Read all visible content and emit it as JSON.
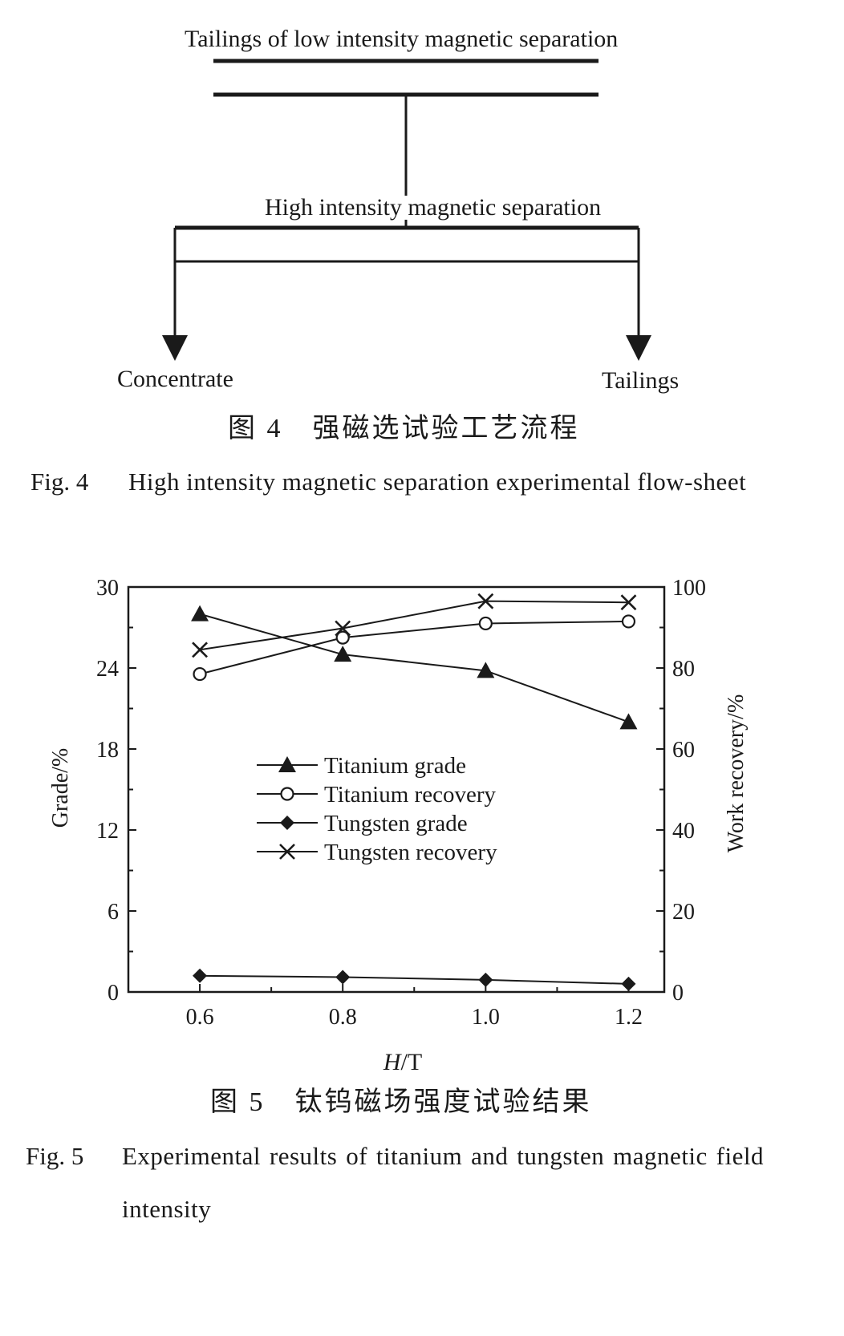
{
  "fig4": {
    "top_label": "Tailings of low intensity magnetic separation",
    "mid_label": "High intensity magnetic separation",
    "left_output": "Concentrate",
    "right_output": "Tailings",
    "caption_cn": "图 4　强磁选试验工艺流程",
    "caption_en_num": "Fig. 4",
    "caption_en_text": "High intensity magnetic separation experimental flow-sheet"
  },
  "fig5": {
    "caption_cn": "图 5　钛钨磁场强度试验结果",
    "caption_en_num": "Fig. 5",
    "caption_en_text": "Experimental results of titanium and tungsten magnetic field intensity"
  },
  "chart_data": {
    "type": "line",
    "xlabel_italic": "H",
    "xlabel_unit": "/T",
    "ylabel_left": "Grade/%",
    "ylabel_right": "Work recovery/%",
    "x": [
      0.6,
      0.8,
      1.0,
      1.2
    ],
    "x_tick_labels": [
      "0.6",
      "0.8",
      "1.0",
      "1.2"
    ],
    "xlim": [
      0.5,
      1.25
    ],
    "ylim_left": [
      0,
      30
    ],
    "ylim_right": [
      0,
      100
    ],
    "y_left_ticks": [
      0,
      6,
      12,
      18,
      24,
      30
    ],
    "y_right_ticks": [
      0,
      20,
      40,
      60,
      80,
      100
    ],
    "legend_position": "center",
    "series": [
      {
        "name": "Titanium grade",
        "axis": "left",
        "marker": "triangle",
        "values": [
          28.0,
          25.0,
          23.8,
          20.0
        ]
      },
      {
        "name": "Titanium recovery",
        "axis": "right",
        "marker": "circle",
        "values": [
          78.5,
          87.5,
          91.0,
          91.5
        ]
      },
      {
        "name": "Tungsten grade",
        "axis": "left",
        "marker": "diamond",
        "values": [
          1.2,
          1.1,
          0.9,
          0.6
        ]
      },
      {
        "name": "Tungsten recovery",
        "axis": "right",
        "marker": "cross",
        "values": [
          84.5,
          89.8,
          96.5,
          96.2
        ]
      }
    ]
  }
}
